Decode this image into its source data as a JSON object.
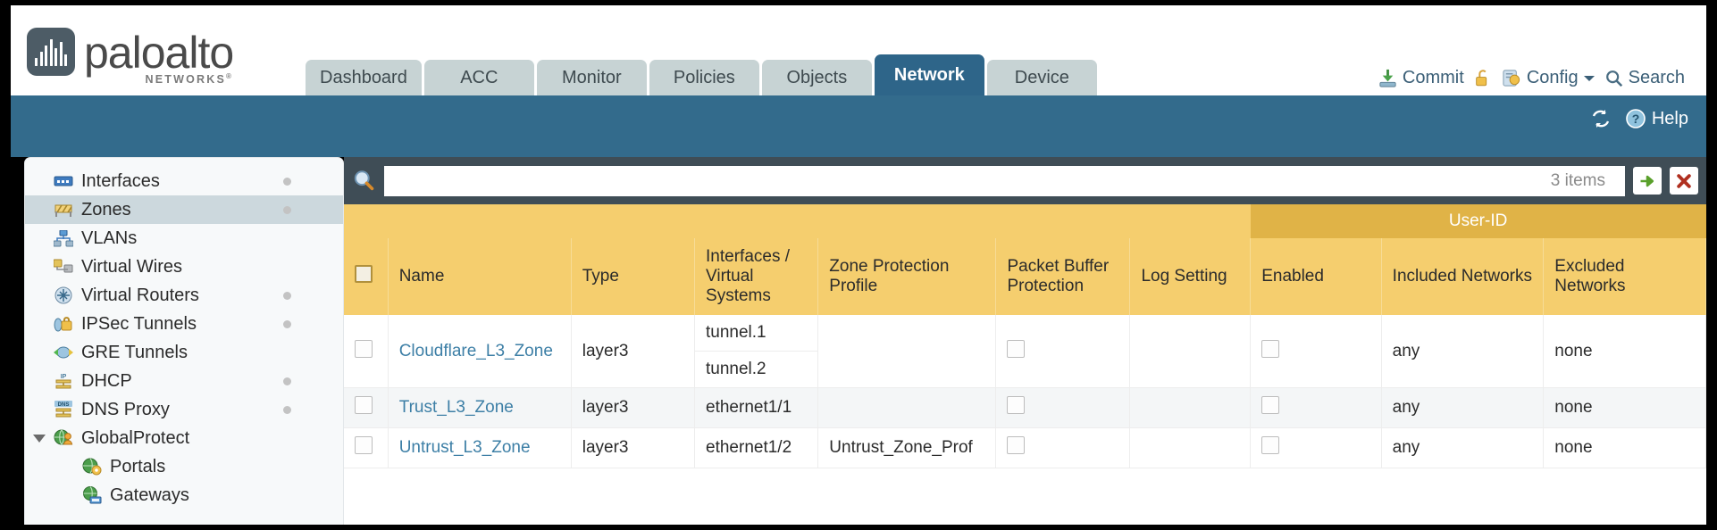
{
  "brand": {
    "name": "paloalto",
    "sub": "NETWORKS",
    "sup": "®"
  },
  "nav": {
    "tabs": [
      {
        "label": "Dashboard",
        "active": false
      },
      {
        "label": "ACC",
        "active": false
      },
      {
        "label": "Monitor",
        "active": false
      },
      {
        "label": "Policies",
        "active": false
      },
      {
        "label": "Objects",
        "active": false
      },
      {
        "label": "Network",
        "active": true
      },
      {
        "label": "Device",
        "active": false
      }
    ]
  },
  "topactions": {
    "commit": "Commit",
    "lock_icon": "unlock-icon",
    "config": "Config",
    "config_caret": "chevron-down-icon",
    "search": "Search",
    "commit_icon": "commit-icon",
    "config_icon": "config-wrench-icon",
    "search_icon": "search-icon"
  },
  "blueband": {
    "refresh_icon": "refresh-icon",
    "help": "Help",
    "help_icon": "help-question-icon"
  },
  "sidebar": {
    "items": [
      {
        "label": "Interfaces",
        "icon": "interfaces-icon",
        "selected": false,
        "dot": true,
        "child": false,
        "twisty": false
      },
      {
        "label": "Zones",
        "icon": "zones-icon",
        "selected": true,
        "dot": true,
        "child": false,
        "twisty": false
      },
      {
        "label": "VLANs",
        "icon": "vlans-icon",
        "selected": false,
        "dot": false,
        "child": false,
        "twisty": false
      },
      {
        "label": "Virtual Wires",
        "icon": "virtual-wires-icon",
        "selected": false,
        "dot": false,
        "child": false,
        "twisty": false
      },
      {
        "label": "Virtual Routers",
        "icon": "virtual-routers-icon",
        "selected": false,
        "dot": true,
        "child": false,
        "twisty": false
      },
      {
        "label": "IPSec Tunnels",
        "icon": "ipsec-tunnels-icon",
        "selected": false,
        "dot": true,
        "child": false,
        "twisty": false
      },
      {
        "label": "GRE Tunnels",
        "icon": "gre-tunnels-icon",
        "selected": false,
        "dot": false,
        "child": false,
        "twisty": false
      },
      {
        "label": "DHCP",
        "icon": "dhcp-icon",
        "selected": false,
        "dot": true,
        "child": false,
        "twisty": false
      },
      {
        "label": "DNS Proxy",
        "icon": "dns-proxy-icon",
        "selected": false,
        "dot": true,
        "child": false,
        "twisty": false
      },
      {
        "label": "GlobalProtect",
        "icon": "globalprotect-icon",
        "selected": false,
        "dot": false,
        "child": false,
        "twisty": true
      },
      {
        "label": "Portals",
        "icon": "portals-icon",
        "selected": false,
        "dot": false,
        "child": true,
        "twisty": false
      },
      {
        "label": "Gateways",
        "icon": "gateways-icon",
        "selected": false,
        "dot": false,
        "child": true,
        "twisty": false
      }
    ]
  },
  "search": {
    "placeholder": "",
    "value": "",
    "count": "3 items",
    "icon": "search-magnifier-icon",
    "apply_icon": "apply-arrow-icon",
    "clear_icon": "clear-x-icon"
  },
  "table": {
    "group_header": {
      "label": "User-ID",
      "span": 3
    },
    "columns": [
      "Name",
      "Type",
      "Interfaces / Virtual Systems",
      "Zone Protection Profile",
      "Packet Buffer Protection",
      "Log Setting",
      "Enabled",
      "Included Networks",
      "Excluded Networks"
    ],
    "rows": [
      {
        "selected": false,
        "name": "Cloudflare_L3_Zone",
        "type": "layer3",
        "interfaces": [
          "tunnel.1",
          "tunnel.2"
        ],
        "zone_protection_profile": "",
        "packet_buffer_protection": false,
        "log_setting": "",
        "userid_enabled": false,
        "included_networks": "any",
        "excluded_networks": "none"
      },
      {
        "selected": false,
        "name": "Trust_L3_Zone",
        "type": "layer3",
        "interfaces": [
          "ethernet1/1"
        ],
        "zone_protection_profile": "",
        "packet_buffer_protection": false,
        "log_setting": "",
        "userid_enabled": false,
        "included_networks": "any",
        "excluded_networks": "none"
      },
      {
        "selected": false,
        "name": "Untrust_L3_Zone",
        "type": "layer3",
        "interfaces": [
          "ethernet1/2"
        ],
        "zone_protection_profile": "Untrust_Zone_Prof",
        "packet_buffer_protection": false,
        "log_setting": "",
        "userid_enabled": false,
        "included_networks": "any",
        "excluded_networks": "none"
      }
    ]
  },
  "colors": {
    "header_gold": "#f5ce6e",
    "group_gold": "#e0b347",
    "nav_active": "#2e6589",
    "band_blue": "#336b8c",
    "link_blue": "#3d7fa6",
    "searchbar": "#3f4d56"
  }
}
